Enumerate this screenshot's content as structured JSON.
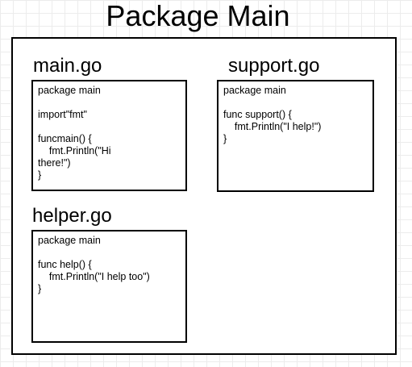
{
  "title": "Package Main",
  "files": [
    {
      "name": "main.go",
      "code": [
        "package main",
        "",
        "import\"fmt\"",
        "",
        "funcmain() {",
        "    fmt.Println(\"Hi",
        "there!\")",
        "}"
      ]
    },
    {
      "name": "support.go",
      "code": [
        "package main",
        "",
        "func support() {",
        "    fmt.Println(\"I help!\")",
        "}"
      ]
    },
    {
      "name": "helper.go",
      "code": [
        "package main",
        "",
        "func help() {",
        "    fmt.Println(\"I help too\")",
        "}"
      ]
    }
  ]
}
